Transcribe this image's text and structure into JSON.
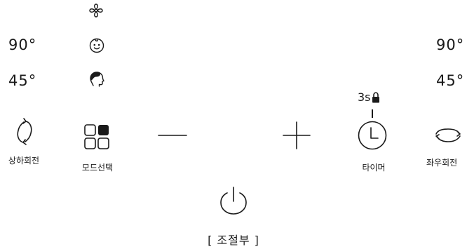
{
  "angles": {
    "left_top": "90°",
    "left_bottom": "45°",
    "right_top": "90°",
    "right_bottom": "45°"
  },
  "controls": {
    "vertical_swing_label": "상하회전",
    "mode_label": "모드선택",
    "timer_label": "타이머",
    "horizontal_swing_label": "좌우회전"
  },
  "timer": {
    "hold_hint": "3s"
  },
  "panel": {
    "caption": "[ 조절부 ]"
  },
  "icons": {
    "mode_normal": "fan-icon",
    "mode_baby": "baby-face-icon",
    "mode_sleep": "sleep-head-icon",
    "vertical_swing": "vertical-rotate-icon",
    "mode_select": "grid-squares-icon",
    "minus": "minus-icon",
    "plus": "plus-icon",
    "timer": "clock-icon",
    "lock": "lock-icon",
    "power": "power-icon",
    "horizontal_swing": "horizontal-rotate-icon"
  }
}
